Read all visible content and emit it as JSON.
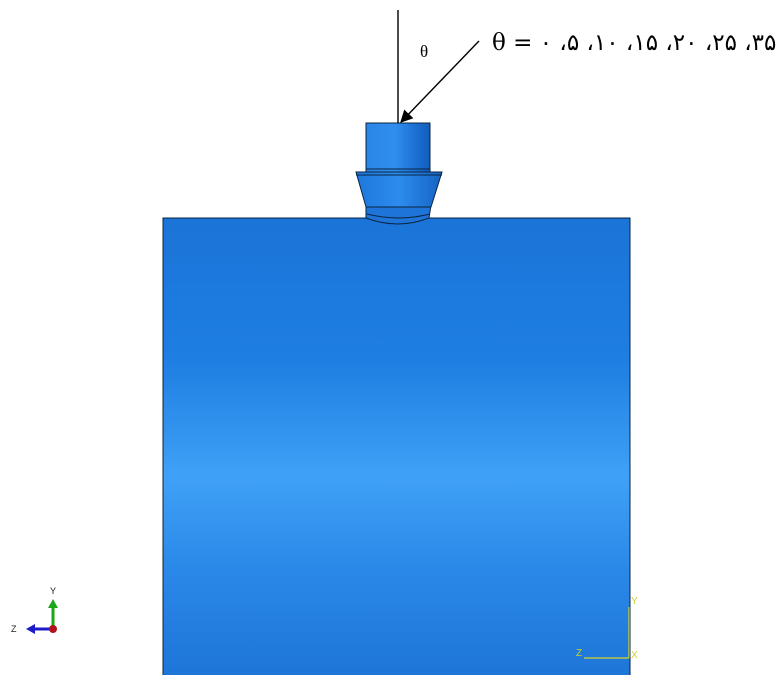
{
  "annotation": {
    "angle_symbol": "θ",
    "angle_values": "θ = ۰ ،۵ ،۱۰ ،۱۵ ،۲۰ ،۲۵ ،۳۵"
  },
  "view_triad": {
    "y_label": "Y",
    "z_label": "Z",
    "y_color": "#1aa81a",
    "z_color": "#1b1bc8",
    "origin_color": "#b3121a"
  },
  "mini_axes": {
    "y_label": "Y",
    "z_label": "Z",
    "x_label": "X",
    "color": "#d4d62e"
  },
  "colors": {
    "block_top": "#1b74d8",
    "block_mid": "#3b9cf5",
    "block_bottom": "#1f78dd",
    "outline": "#0a2540"
  }
}
